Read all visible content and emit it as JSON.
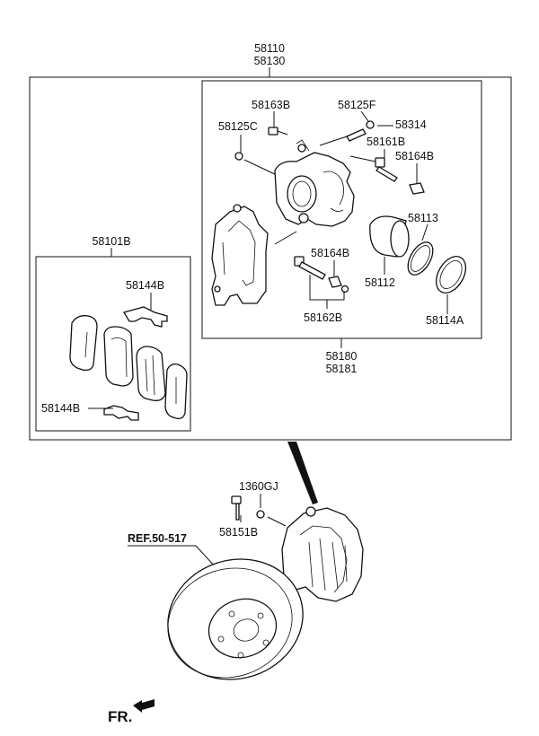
{
  "labels": {
    "assembly_top_1": "58110",
    "assembly_top_2": "58130",
    "pad_kit": "58101B",
    "shim_upper": "58144B",
    "shim_lower": "58144B",
    "bolt_58163b": "58163B",
    "cap_58125c": "58125C",
    "cap_58125f": "58125F",
    "nipple_58314": "58314",
    "bolt_58161b": "58161B",
    "boot_58164b_top": "58164B",
    "piston_seal_58113": "58113",
    "boot_58164b_mid": "58164B",
    "piston_58112": "58112",
    "guide_pin_58162b": "58162B",
    "dust_boot_58114a": "58114A",
    "caliper_1": "58180",
    "caliper_2": "58181",
    "bolt_1360gj": "1360GJ",
    "bolt_58151b": "58151B",
    "ref_disc": "REF.50-517",
    "front_marker": "FR."
  }
}
